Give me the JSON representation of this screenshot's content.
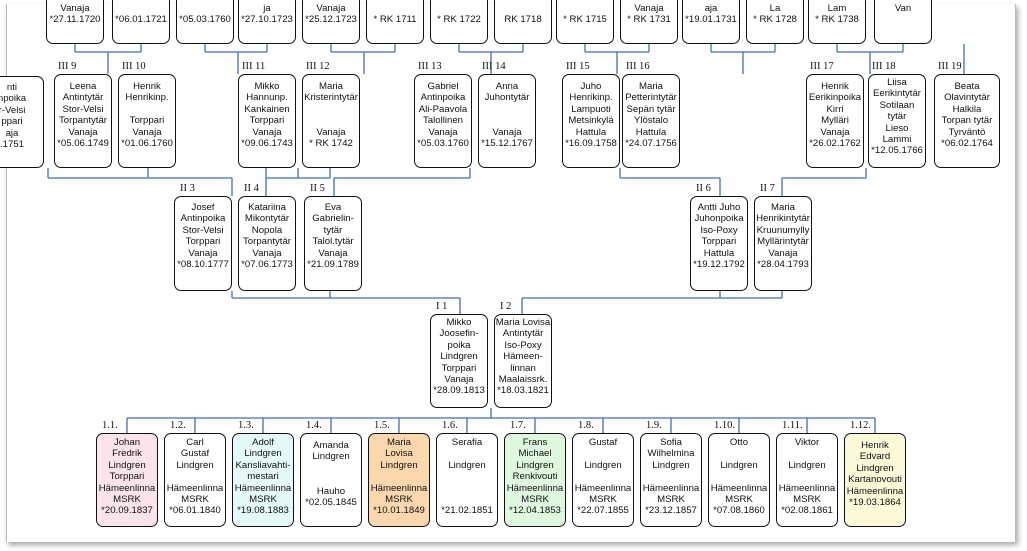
{
  "colors": {
    "line": "#3c6fb3",
    "border": "#111111",
    "highlight_pink": "#fbe3ec",
    "highlight_cyan": "#e6f9f9",
    "highlight_orange": "#fad7ad",
    "highlight_green": "#dff6df",
    "highlight_yellow": "#fbf9d8"
  },
  "generation_iv": [
    {
      "lines": [
        "Vanaja",
        "*27.11.1720"
      ]
    },
    {
      "lines": [
        "",
        "*06.01.1721"
      ]
    },
    {
      "lines": [
        "",
        "*05.03.1760"
      ]
    },
    {
      "lines": [
        "ja",
        "*27.10.1723"
      ]
    },
    {
      "lines": [
        "Vanaja",
        "*25.12.1723"
      ]
    },
    {
      "lines": [
        "",
        "* RK 1711"
      ]
    },
    {
      "lines": [
        "",
        "* RK 1722"
      ]
    },
    {
      "lines": [
        "",
        "RK 1718"
      ]
    },
    {
      "lines": [
        "",
        "* RK 1715"
      ]
    },
    {
      "lines": [
        "Vanaja",
        "* RK 1731"
      ]
    },
    {
      "lines": [
        "aja",
        "*19.01.1731"
      ]
    },
    {
      "lines": [
        "La",
        "* RK 1728"
      ]
    },
    {
      "lines": [
        "Lam",
        "* RK 1738"
      ]
    },
    {
      "lines": [
        "Van",
        ""
      ]
    }
  ],
  "generation_iii": [
    {
      "label": "III 9",
      "lines": [
        "Leena",
        "Antintytär",
        "Stor-Velsi",
        "Torpantytär",
        "Vanaja",
        "*05.06.1749"
      ]
    },
    {
      "label": "III 10",
      "lines": [
        "Henrik",
        "Henrikinp.",
        "",
        "Torppari",
        "Vanaja",
        "*01.06.1760"
      ]
    },
    {
      "label": "III 11",
      "lines": [
        "Mikko",
        "Hannunp.",
        "Kankainen",
        "Torppari",
        "Vanaja",
        "*09.06.1743"
      ]
    },
    {
      "label": "III 12",
      "lines": [
        "Maria",
        "Kristerintytär",
        "",
        "",
        "Vanaja",
        "* RK 1742"
      ]
    },
    {
      "label": "III 13",
      "lines": [
        "Gabriel",
        "Antinpoika",
        "Ali-Paavola",
        "Talollinen",
        "Vanaja",
        "*05.03.1760"
      ]
    },
    {
      "label": "III 14",
      "lines": [
        "Anna",
        "Juhontytär",
        "",
        "",
        "Vanaja",
        "*15.12.1767"
      ]
    },
    {
      "label": "III 15",
      "lines": [
        "Juho",
        "Henrikinp.",
        "Lampuoti",
        "Metsinkylä",
        "Hattula",
        "*16.09.1758"
      ]
    },
    {
      "label": "III 16",
      "lines": [
        "Maria",
        "Petterintytär",
        "Sepän tytär",
        "Ylöstalo",
        "Hattula",
        "*24.07.1756"
      ]
    },
    {
      "label": "III 17",
      "lines": [
        "Henrik",
        "Eerikinpoika",
        "Kirri",
        "Mylläri",
        "Vanaja",
        "*26.02.1762"
      ]
    },
    {
      "label": "III 18",
      "lines": [
        "Liisa",
        "Eerikintytär",
        "Sotilaan",
        "tytär",
        "Lieso",
        "Lammi",
        "*12.05.1766"
      ]
    },
    {
      "label": "III 19",
      "lines": [
        "Beata",
        "Olavintytär",
        "Halkila",
        "Torpan tytär",
        "Tyrväntö",
        "*06.02.1764"
      ]
    }
  ],
  "partial_left_box": {
    "lines": [
      "nti",
      "npoika",
      "r-Velsi",
      "ppari",
      "aja",
      ".1751"
    ]
  },
  "generation_ii": [
    {
      "label": "II 3",
      "lines": [
        "Josef",
        "Antinpoika",
        "Stor-Velsi",
        "Torppari",
        "Vanaja",
        "*08.10.1777"
      ]
    },
    {
      "label": "II 4",
      "lines": [
        "Katariina",
        "Mikontytär",
        "Nopola",
        "Torpantytär",
        "Vanaja",
        "*07.06.1773"
      ]
    },
    {
      "label": "II 5",
      "lines": [
        "Eva",
        "Gabrielin-",
        "tytär",
        "Talol.tytär",
        "Vanaja",
        "*21.09.1789"
      ]
    },
    {
      "label": "II 6",
      "lines": [
        "Antti Juho",
        "Juhonpoika",
        "Iso-Poxy",
        "Torppari",
        "Hattula",
        "*19.12.1792"
      ]
    },
    {
      "label": "II 7",
      "lines": [
        "Maria",
        "Henrikintytär",
        "Kruunumylly",
        "Myllärintytär",
        "Vanaja",
        "*28.04.1793"
      ]
    }
  ],
  "generation_i": [
    {
      "label": "I 1",
      "lines": [
        "Mikko",
        "Joosefin-",
        "poika",
        "Lindgren",
        "Torppari",
        "Vanaja",
        "*28.09.1813"
      ]
    },
    {
      "label": "I 2",
      "lines": [
        "Maria Lovisa",
        "Antintytär",
        "Iso-Poxy",
        "Hämeen-",
        "linnan",
        "Maalaissrk.",
        "*18.03.1821"
      ]
    }
  ],
  "children": [
    {
      "label": "1.1.",
      "lines": [
        "Johan",
        "Fredrik",
        "Lindgren",
        "Torppari",
        "Hämeenlinna",
        "MSRK",
        "*20.09.1837"
      ],
      "color": "pink"
    },
    {
      "label": "1.2.",
      "lines": [
        "Carl",
        "Gustaf",
        "Lindgren",
        "",
        "Hämeenlinna",
        "MSRK",
        "*06.01.1840"
      ],
      "color": "none"
    },
    {
      "label": "1.3.",
      "lines": [
        "Adolf",
        "Lindgren",
        "Kanslia­vahti-",
        "mestari",
        "Hämeenlinna",
        "MSRK",
        "*19.08.1883"
      ],
      "color": "cyan"
    },
    {
      "label": "1.4.",
      "lines": [
        "Amanda",
        "Lindgren",
        "",
        "",
        "Hauho",
        "*02.05.1845"
      ],
      "color": "none"
    },
    {
      "label": "1.5.",
      "lines": [
        "Maria",
        "Lovisa",
        "Lindgren",
        "",
        "Hämeenlinna",
        "MSRK",
        "*10.01.1849"
      ],
      "color": "orange"
    },
    {
      "label": "1.6.",
      "lines": [
        "Serafia",
        "",
        "Lindgren",
        "",
        "",
        "",
        "*21.02.1851"
      ],
      "color": "none"
    },
    {
      "label": "1.7.",
      "lines": [
        "Frans",
        "Michael",
        "Lindgren",
        "Renkivouti",
        "Hämeenlinna",
        "MSRK",
        "*12.04.1853"
      ],
      "color": "green"
    },
    {
      "label": "1.8.",
      "lines": [
        "Gustaf",
        "",
        "Lindgren",
        "",
        "Hämeenlinna",
        "MSRK",
        "*22.07.1855"
      ],
      "color": "none"
    },
    {
      "label": "1.9.",
      "lines": [
        "Sofia",
        "Wilhelmina",
        "Lindgren",
        "",
        "Hämeenlinna",
        "MSRK",
        "*23.12.1857"
      ],
      "color": "none"
    },
    {
      "label": "1.10.",
      "lines": [
        "Otto",
        "",
        "Lindgren",
        "",
        "Hämeenlinna",
        "MSRK",
        "*07.08.1860"
      ],
      "color": "none"
    },
    {
      "label": "1.11.",
      "lines": [
        "Viktor",
        "",
        "Lindgren",
        "",
        "Hämeenlinna",
        "MSRK",
        "*02.08.1861"
      ],
      "color": "none"
    },
    {
      "label": "1.12.",
      "lines": [
        "Henrik",
        "Edvard",
        "Lindgren",
        "Kartanovouti",
        "Hämeenlinna",
        "*19.03.1864"
      ],
      "color": "yellow"
    }
  ]
}
